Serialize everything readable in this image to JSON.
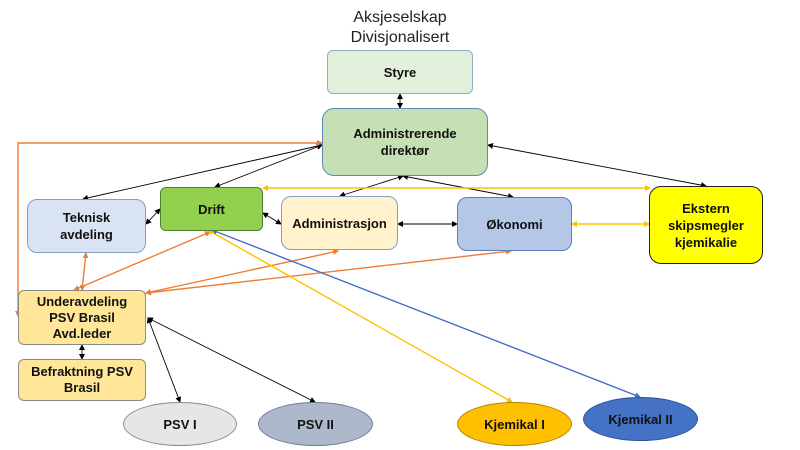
{
  "title": {
    "line1": "Aksjeselskap",
    "line2": "Divisjonalisert"
  },
  "nodes": {
    "styre": "Styre",
    "adm_dir_line1": "Administrerende",
    "adm_dir_line2": "direktør",
    "teknisk_line1": "Teknisk",
    "teknisk_line2": "avdeling",
    "drift": "Drift",
    "administrasjon": "Administrasjon",
    "okonomi": "Økonomi",
    "ekstern_line1": "Ekstern",
    "ekstern_line2": "skipsmegler",
    "ekstern_line3": "kjemikalie",
    "underavd_line1": "Underavdeling",
    "underavd_line2": "PSV Brasil",
    "underavd_line3": "Avd.leder",
    "befrakt_line1": "Befraktning PSV",
    "befrakt_line2": "Brasil",
    "psv1": "PSV I",
    "psv2": "PSV II",
    "kjem1": "Kjemikal I",
    "kjem2": "Kjemikal II"
  },
  "colors": {
    "styre": "#e2efda",
    "adm_dir": "#c5e0b4",
    "teknisk": "#dae3f3",
    "drift": "#92d050",
    "administrasjon": "#fff2cc",
    "okonomi": "#b4c7e7",
    "ekstern": "#ffff00",
    "underavd": "#ffe699",
    "befrakt": "#ffe699",
    "psv1": "#e7e6e6",
    "psv2": "#adb9ca",
    "kjem1": "#ffc000",
    "kjem2": "#4472c4",
    "line_black": "#000000",
    "line_orange": "#ed7d31",
    "line_yellow": "#ffc000",
    "line_blue": "#4472c4"
  }
}
